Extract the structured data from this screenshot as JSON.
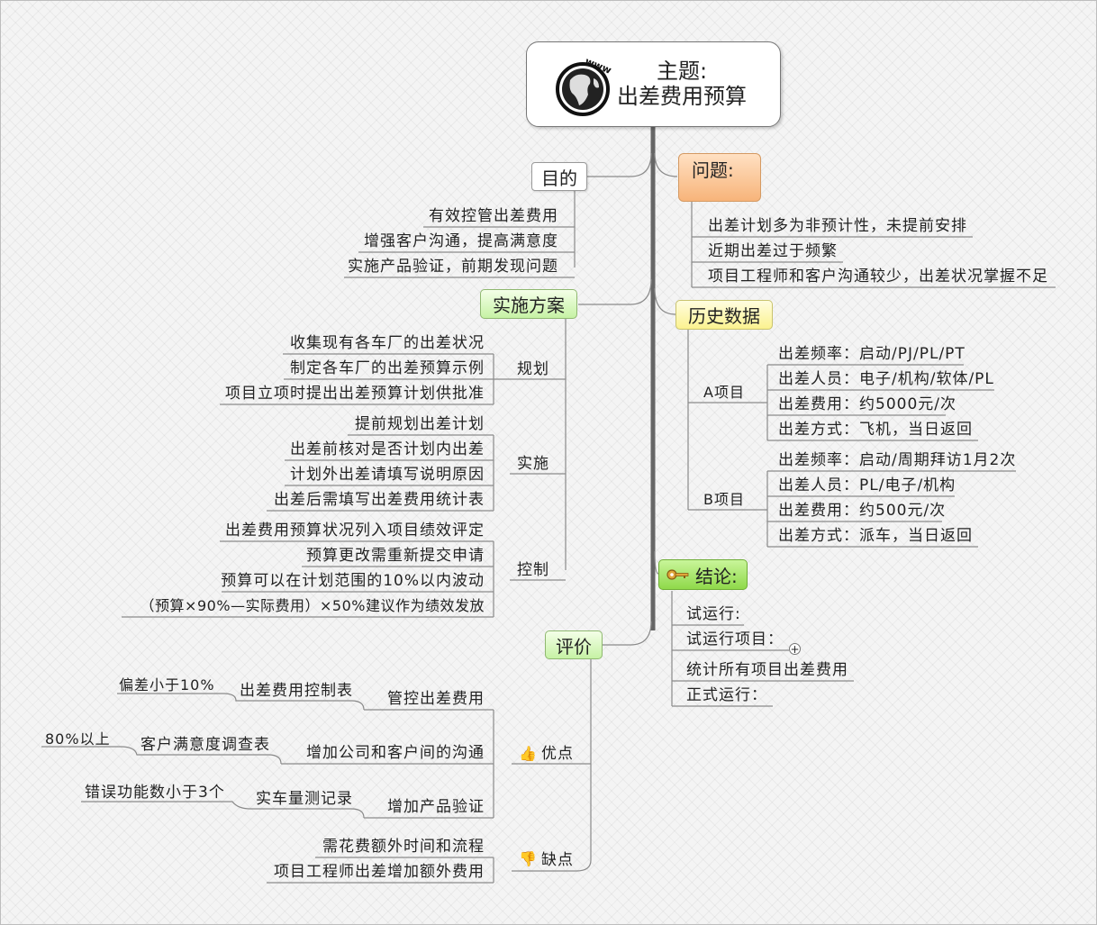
{
  "central": {
    "line1": "主题:",
    "line2": "出差费用预算",
    "icon": "globe-www-icon"
  },
  "purpose": {
    "title": "目的",
    "items": [
      "有效控管出差费用",
      "增强客户沟通，提高满意度",
      "实施产品验证，前期发现问题"
    ]
  },
  "plan": {
    "title": "实施方案",
    "groups": [
      {
        "label": "规划",
        "items": [
          "收集现有各车厂的出差状况",
          "制定各车厂的出差预算示例",
          "项目立项时提出出差预算计划供批准"
        ]
      },
      {
        "label": "实施",
        "items": [
          "提前规划出差计划",
          "出差前核对是否计划内出差",
          "计划外出差请填写说明原因",
          "出差后需填写出差费用统计表"
        ]
      },
      {
        "label": "控制",
        "items": [
          "出差费用预算状况列入项目绩效评定",
          "预算更改需重新提交申请",
          "预算可以在计划范围的10%以内波动",
          "（预算×90%—实际费用）×50%建议作为绩效发放"
        ]
      }
    ]
  },
  "evaluation": {
    "title": "评价",
    "pros": {
      "label": "优点",
      "icon": "thumbs-up-icon",
      "items": [
        {
          "text": "管控出差费用",
          "sub": "出差费用控制表",
          "note": "偏差小于10%"
        },
        {
          "text": "增加公司和客户间的沟通",
          "sub": "客户满意度调查表",
          "note": "80%以上"
        },
        {
          "text": "增加产品验证",
          "sub": "实车量测记录",
          "note": "错误功能数小于3个"
        }
      ]
    },
    "cons": {
      "label": "缺点",
      "icon": "thumbs-down-icon",
      "items": [
        "需花费额外时间和流程",
        "项目工程师出差增加额外费用"
      ]
    }
  },
  "problem": {
    "title": "问题:",
    "items": [
      "出差计划多为非预计性，未提前安排",
      "近期出差过于频繁",
      "项目工程师和客户沟通较少，出差状况掌握不足"
    ]
  },
  "history": {
    "title": "历史数据",
    "groups": [
      {
        "label": "A项目",
        "items": [
          "出差频率：启动/PJ/PL/PT",
          "出差人员：电子/机构/软体/PL",
          "出差费用：约5000元/次",
          "出差方式：飞机，当日返回"
        ]
      },
      {
        "label": "B项目",
        "items": [
          "出差频率：启动/周期拜访1月2次",
          "出差人员：PL/电子/机构",
          "出差费用：约500元/次",
          "出差方式：派车，当日返回"
        ]
      }
    ]
  },
  "conclusion": {
    "title": "结论:",
    "icon": "key-icon",
    "items": [
      "试运行:",
      "试运行项目：",
      "统计所有项目出差费用",
      "正式运行："
    ],
    "expand_symbol": "+"
  },
  "colors": {
    "line": "#7f7f7f",
    "trunk": "#666666",
    "problem_fill": "#f9c08b",
    "history_fill": "#fdf7a6",
    "plan_fill": "#c6f2a4",
    "conclusion_fill": "#99e04e"
  }
}
